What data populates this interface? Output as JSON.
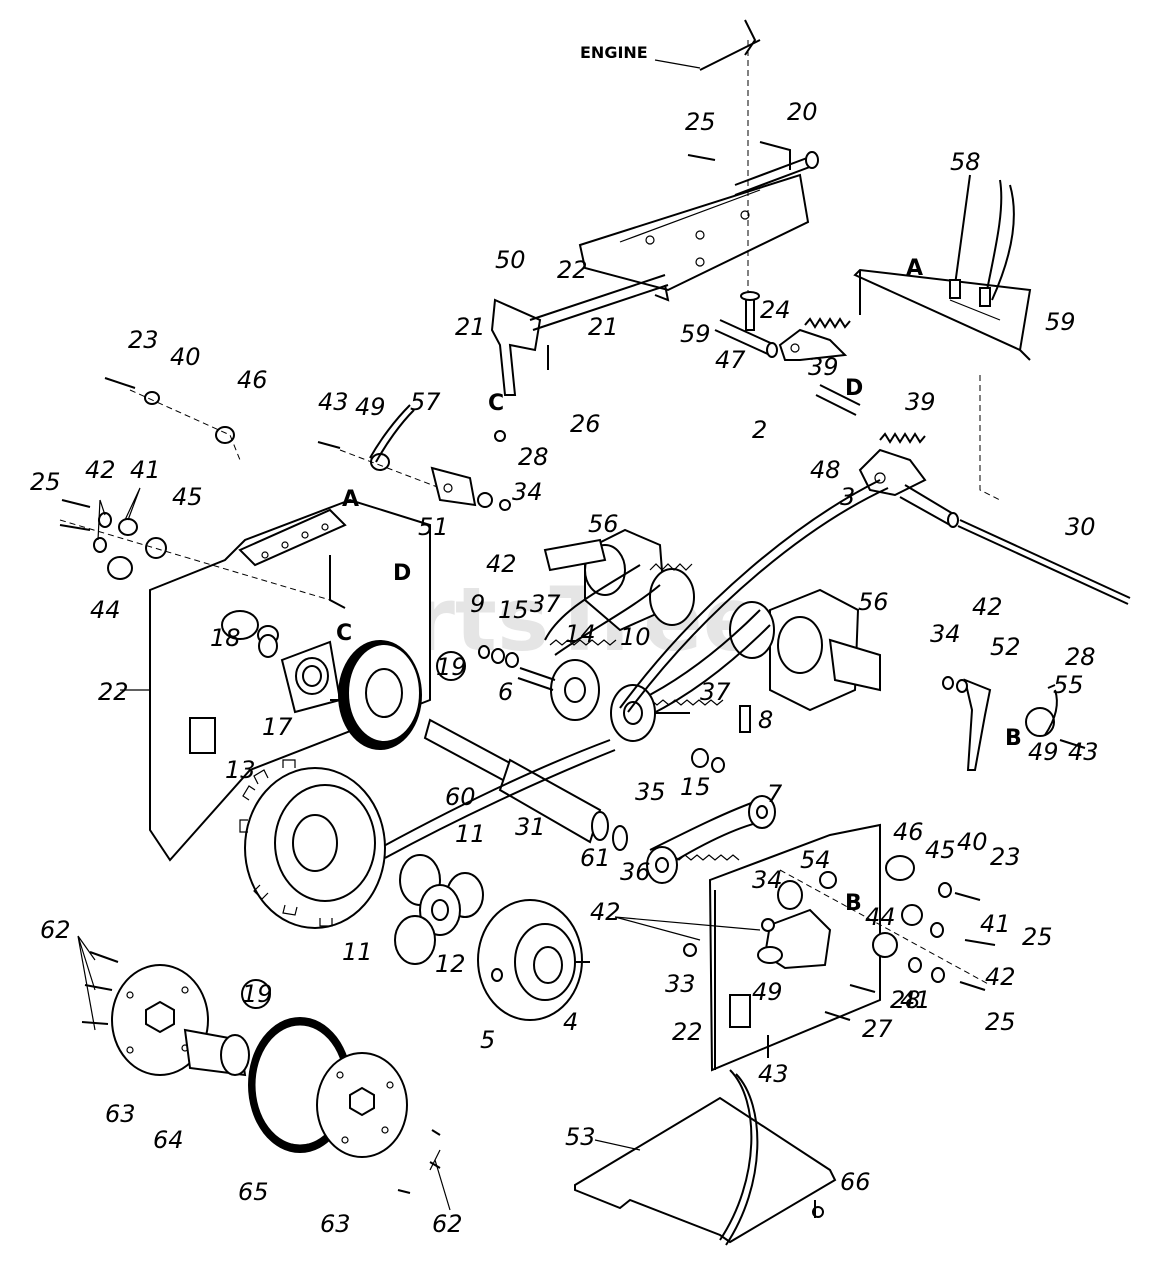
{
  "watermark": "PartsTree",
  "labels": {
    "engine": "ENGINE",
    "letter_a": "A",
    "letter_b": "B",
    "letter_c": "C",
    "letter_d": "D",
    "n2": "2",
    "n3": "3",
    "n4": "4",
    "n5": "5",
    "n6": "6",
    "n7": "7",
    "n8": "8",
    "n9": "9",
    "n10": "10",
    "n11": "11",
    "n12": "12",
    "n13": "13",
    "n14": "14",
    "n15": "15",
    "n17": "17",
    "n18": "18",
    "n19": "19",
    "n20": "20",
    "n21": "21",
    "n22": "22",
    "n23": "23",
    "n24": "24",
    "n25": "25",
    "n26": "26",
    "n27": "27",
    "n28": "28",
    "n30": "30",
    "n31": "31",
    "n33": "33",
    "n34": "34",
    "n35": "35",
    "n36": "36",
    "n37": "37",
    "n39": "39",
    "n40": "40",
    "n41": "41",
    "n42": "42",
    "n43": "43",
    "n44": "44",
    "n45": "45",
    "n46": "46",
    "n47": "47",
    "n48": "48",
    "n49": "49",
    "n50": "50",
    "n51": "51",
    "n52": "52",
    "n53": "53",
    "n54": "54",
    "n55": "55",
    "n56": "56",
    "n57": "57",
    "n58": "58",
    "n59": "59",
    "n60": "60",
    "n61": "61",
    "n62": "62",
    "n63": "63",
    "n64": "64",
    "n65": "65",
    "n66": "66"
  }
}
